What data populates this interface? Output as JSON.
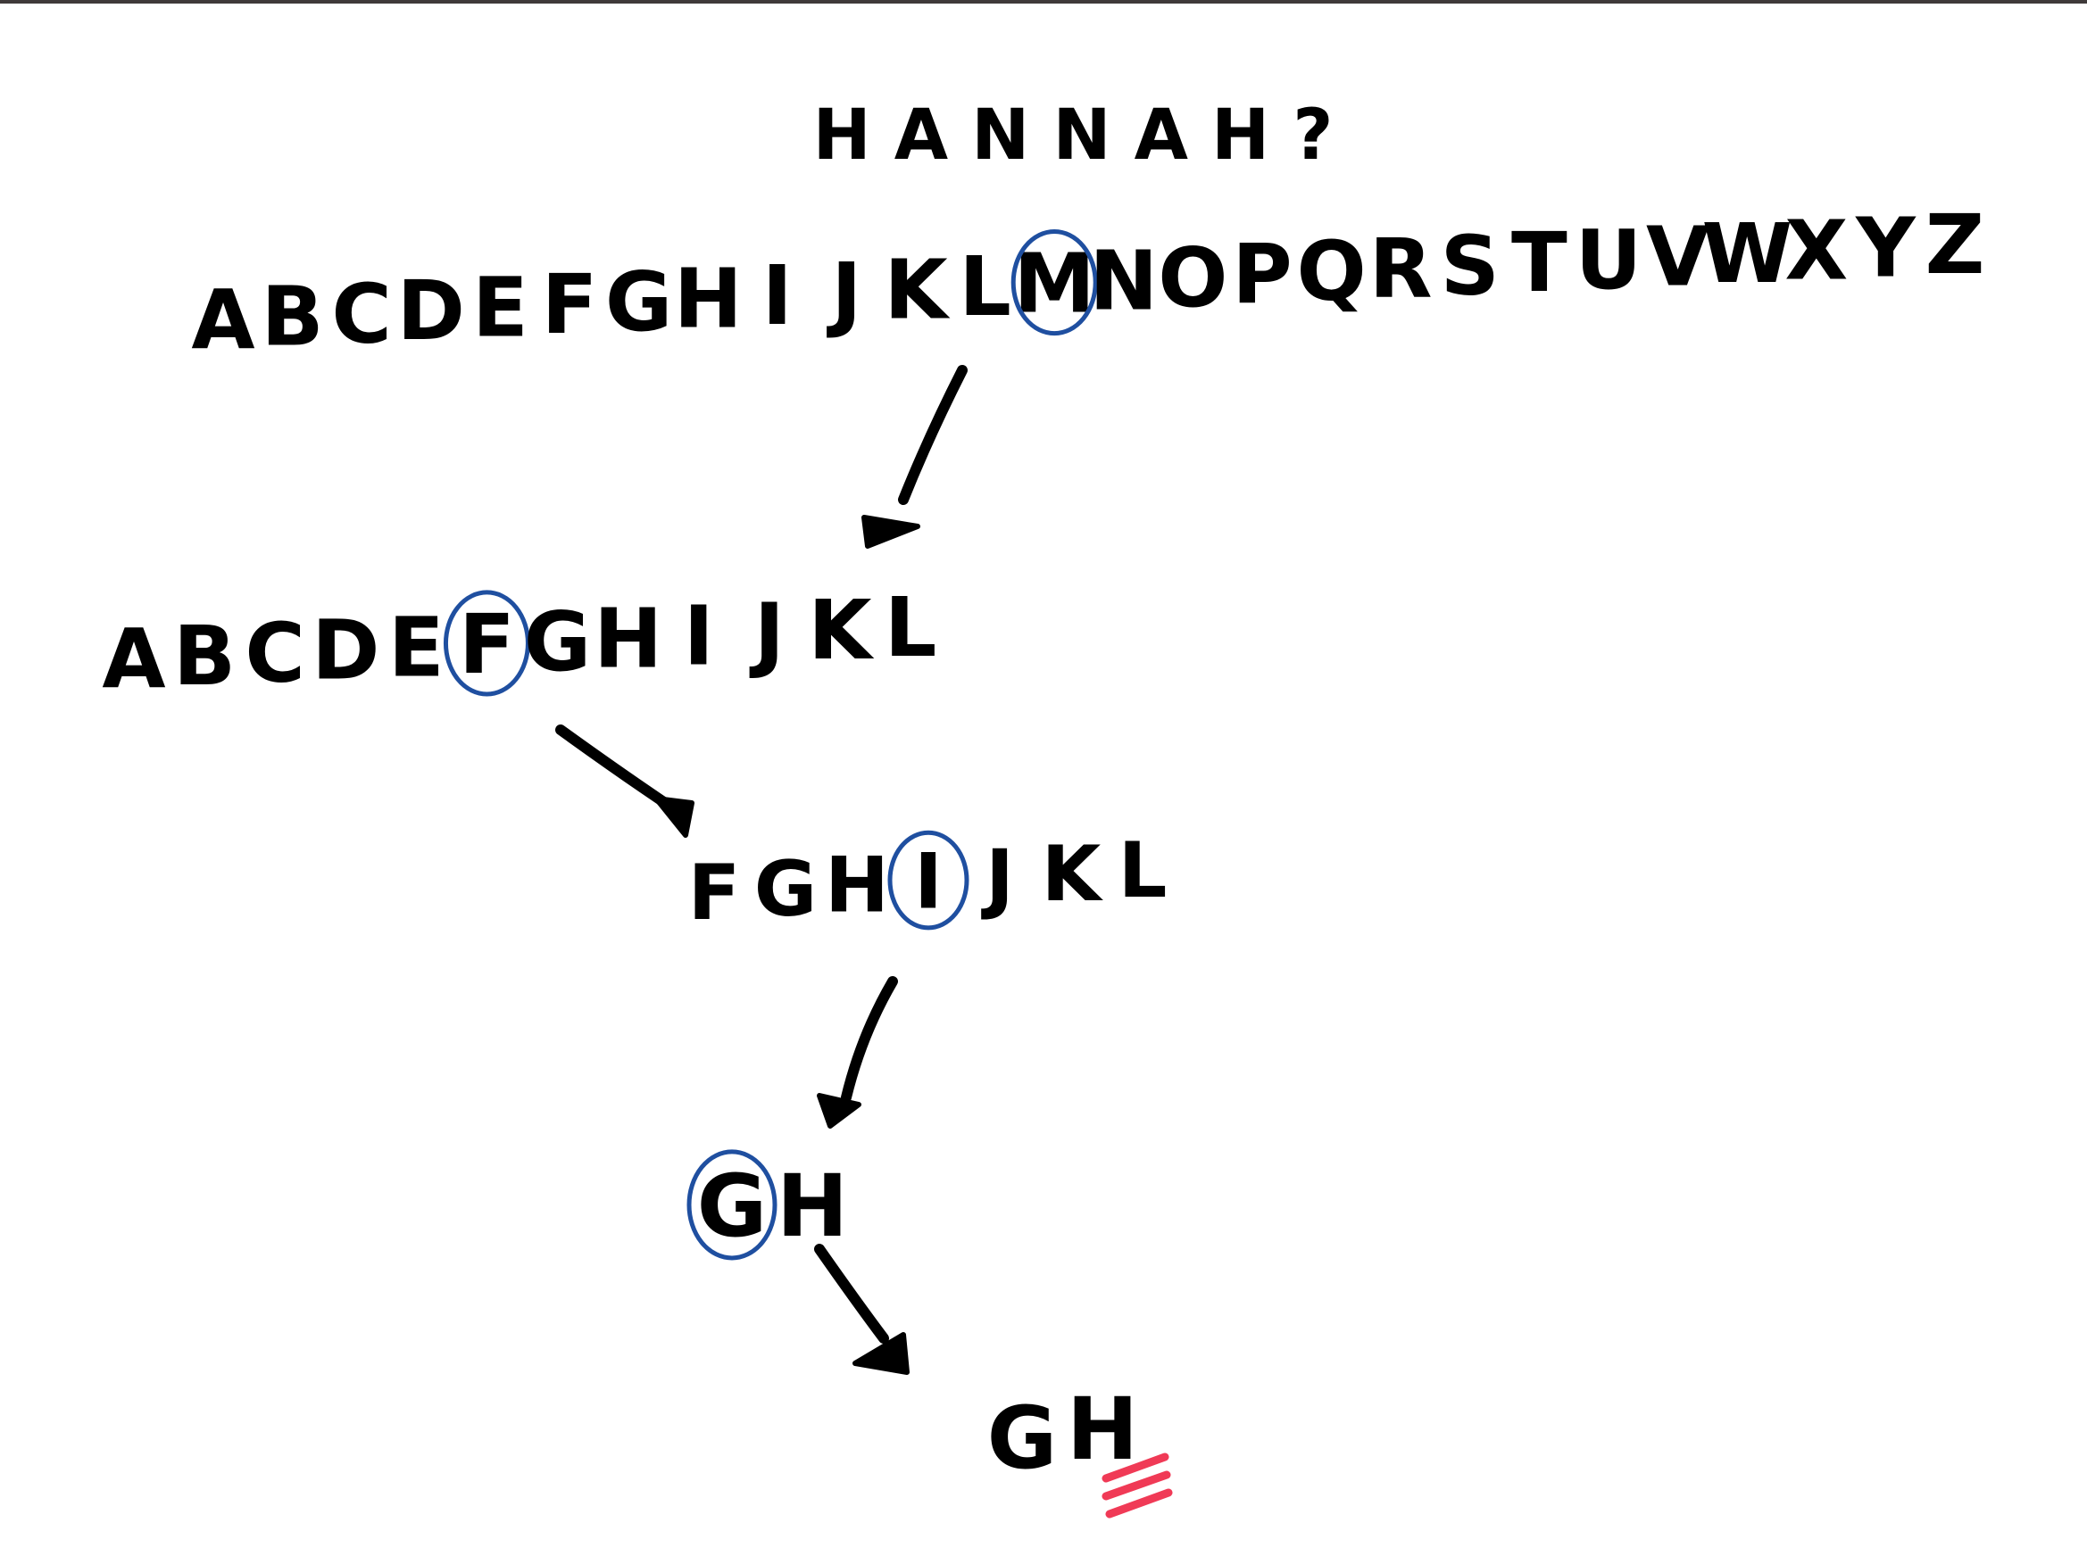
{
  "question": "HANNAH?",
  "colors": {
    "ink": "#000000",
    "circle": "#1f4fa0",
    "highlight": "#f03a56",
    "border": "#3f3a3a"
  },
  "steps": [
    {
      "letters": [
        "A",
        "B",
        "C",
        "D",
        "E",
        "F",
        "G",
        "H",
        "I",
        "J",
        "K",
        "L",
        "M",
        "N",
        "O",
        "P",
        "Q",
        "R",
        "S",
        "T",
        "U",
        "V",
        "W",
        "X",
        "Y",
        "Z"
      ],
      "circled_index": 12
    },
    {
      "letters": [
        "A",
        "B",
        "C",
        "D",
        "E",
        "F",
        "G",
        "H",
        "I",
        "J",
        "K",
        "L"
      ],
      "circled_index": 5
    },
    {
      "letters": [
        "F",
        "G",
        "H",
        "I",
        "J",
        "K",
        "L"
      ],
      "circled_index": 3
    },
    {
      "letters": [
        "G",
        "H"
      ],
      "circled_index": 0
    },
    {
      "letters": [
        "G",
        "H"
      ],
      "circled_index": null,
      "highlighted_index": 1
    }
  ],
  "icons": {
    "arrow": "arrow-down-icon",
    "circle": "circle-icon",
    "underline": "underline-marks-icon"
  }
}
